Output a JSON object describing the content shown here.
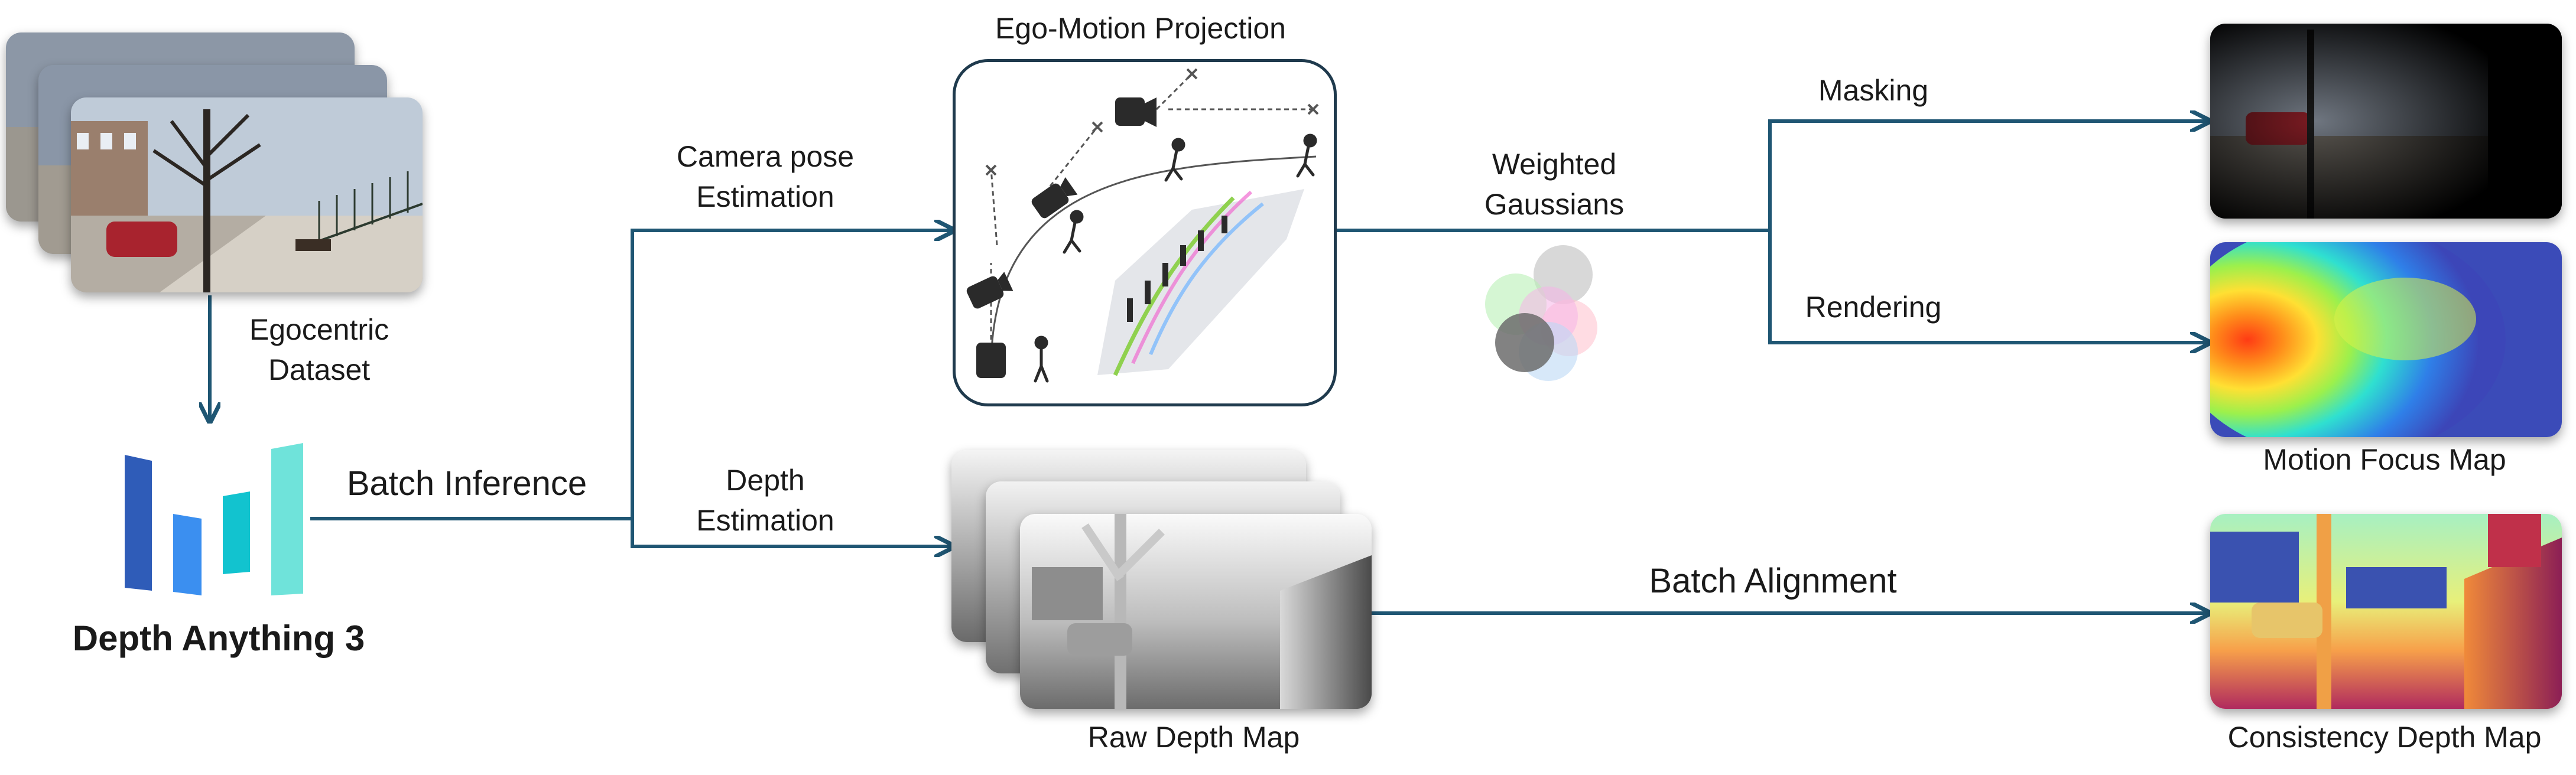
{
  "labels": {
    "egocentric_dataset": "Egocentric\nDataset",
    "depth_anything": "Depth Anything 3",
    "batch_inference": "Batch Inference",
    "camera_pose": "Camera pose\nEstimation",
    "depth_estimation": "Depth\nEstimation",
    "ego_motion": "Ego-Motion Projection",
    "weighted_gaussians": "Weighted\nGaussians",
    "masking": "Masking",
    "rendering": "Rendering",
    "motion_focus": "Motion Focus Map",
    "batch_alignment": "Batch Alignment",
    "raw_depth": "Raw Depth Map",
    "consistency_depth": "Consistency Depth Map"
  },
  "colors": {
    "arrow": "#1f5673",
    "panel_border": "#1f3a4d",
    "logo": [
      "#2f5cb8",
      "#3b8ff0",
      "#12c3cf",
      "#6fe3da"
    ]
  },
  "icons": [
    "camera-icon",
    "pedestrian-icon",
    "gaussian-blob-icon",
    "depth-anything-logo-icon"
  ]
}
